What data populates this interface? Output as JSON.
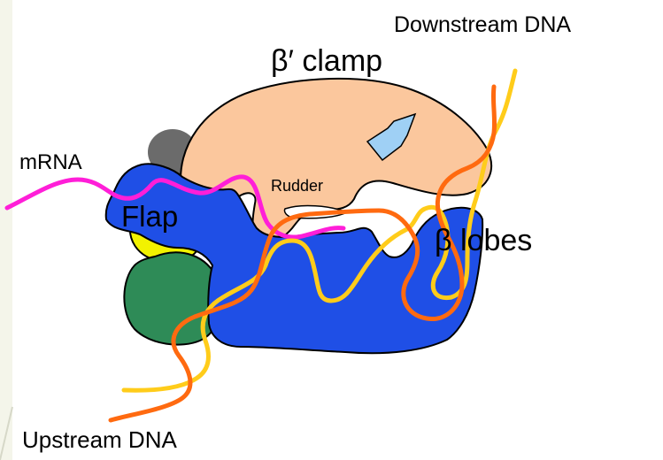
{
  "diagram": {
    "labels": {
      "downstream_dna": "Downstream DNA",
      "beta_prime_clamp": "β′ clamp",
      "mrna": "mRNA",
      "rudder": "Rudder",
      "flap": "Flap",
      "beta_lobes": "β lobes",
      "upstream_dna": "Upstream DNA"
    },
    "colors": {
      "background": "#f4f5ea",
      "clamp": "#fbc79d",
      "beta_lobes": "#1f4fe6",
      "green_domain": "#2e8b57",
      "gray_domain": "#6b6b6b",
      "yellow_domain": "#f2f200",
      "arrow": "#9fd0f5",
      "mrna": "#ff1ed8",
      "dna_orange": "#ff6a10",
      "dna_yellow": "#ffcc1a"
    }
  }
}
